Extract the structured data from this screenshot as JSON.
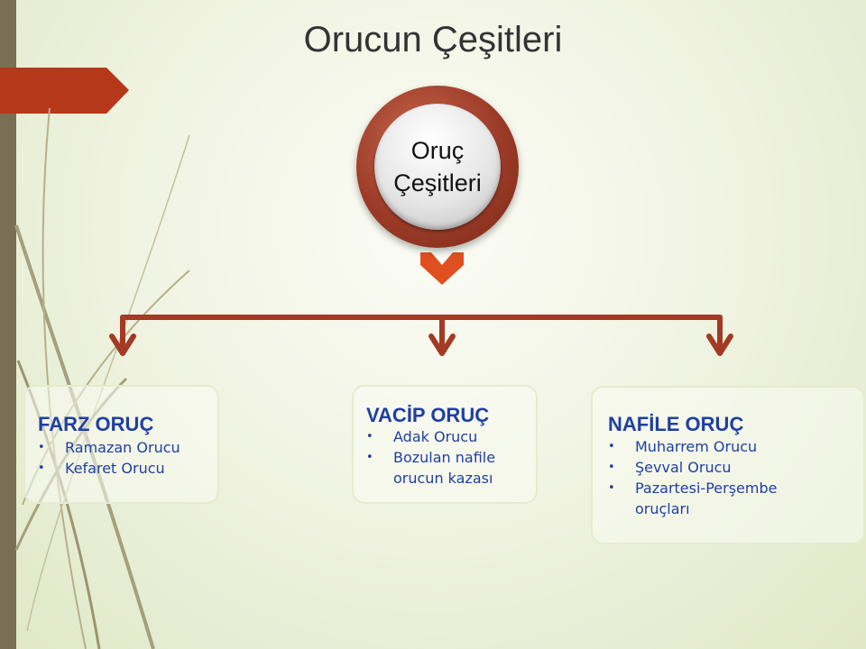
{
  "title": "Orucun Çeşitleri",
  "center": {
    "label": "Oruç Çeşitleri"
  },
  "categories": [
    {
      "title": "FARZ ORUÇ",
      "items": [
        "Ramazan Orucu",
        "Kefaret Orucu"
      ]
    },
    {
      "title": "VACİP ORUÇ",
      "items": [
        "Adak Orucu",
        "Bozulan nafile orucun kazası"
      ]
    },
    {
      "title": "NAFİLE ORUÇ",
      "items": [
        "Muharrem Orucu",
        "Şevval Orucu",
        "Pazartesi-Perşembe oruçları"
      ]
    }
  ],
  "colors": {
    "accent": "#b5381b",
    "connector": "#a33a24",
    "text_blue": "#1f3fa3",
    "left_bar": "#7a6f55"
  }
}
